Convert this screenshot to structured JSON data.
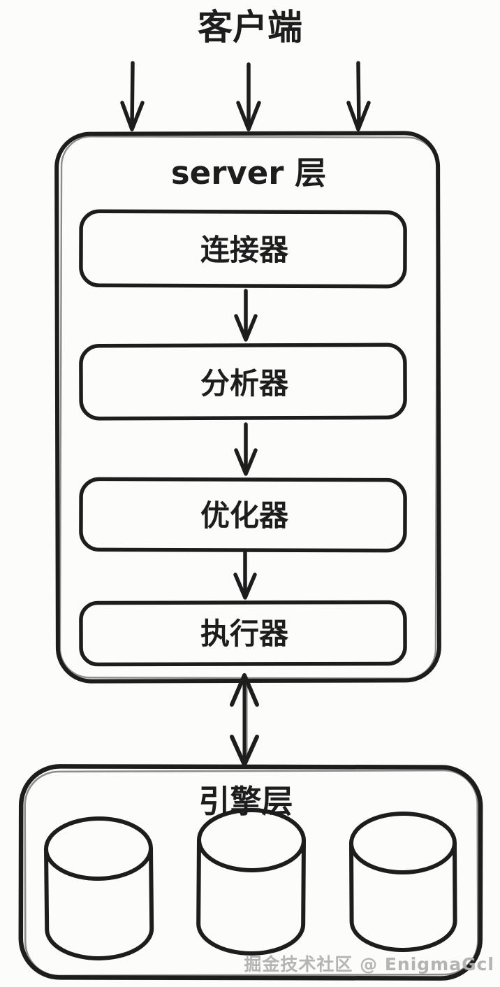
{
  "diagram": {
    "client_label": "客户端",
    "server_layer": {
      "label": "server 层",
      "components": [
        {
          "label": "连接器"
        },
        {
          "label": "分析器"
        },
        {
          "label": "优化器"
        },
        {
          "label": "执行器"
        }
      ]
    },
    "engine_layer": {
      "label": "引擎层",
      "database_count": 3
    },
    "connections": {
      "client_to_server_arrow_count": 3,
      "server_to_engine": "bidirectional"
    },
    "watermark": "掘金技术社区 @ EnigmaGcl",
    "colors": {
      "stroke": "#1d1d1d",
      "background": "#fcfcfa",
      "watermark": "#b1b1b1"
    }
  }
}
